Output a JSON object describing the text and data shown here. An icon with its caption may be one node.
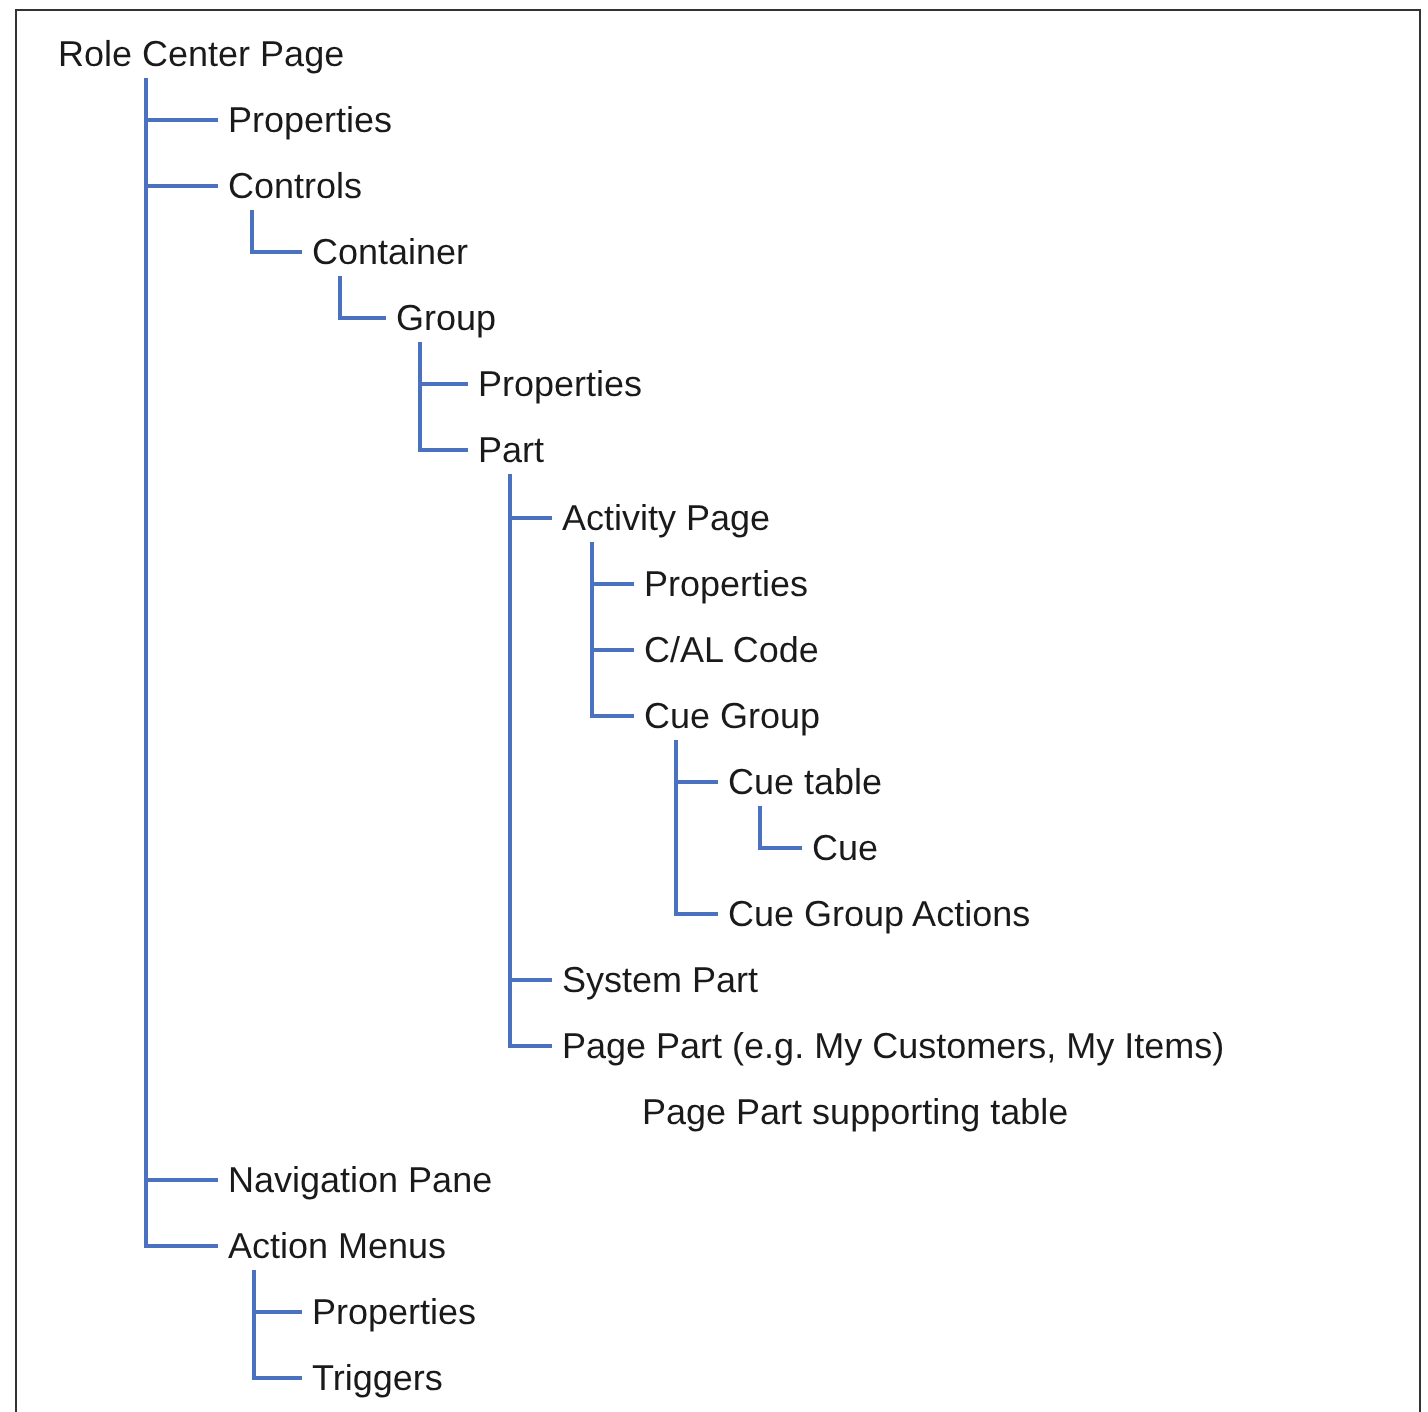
{
  "diagram": {
    "nodes": [
      {
        "text": [
          "Role Center Page"
        ]
      },
      {
        "text": [
          "Properties"
        ]
      },
      {
        "text": [
          "Controls"
        ]
      },
      {
        "text": [
          "Container"
        ]
      },
      {
        "text": [
          "Group"
        ]
      },
      {
        "text": [
          "Properties"
        ]
      },
      {
        "text": [
          "Part"
        ]
      },
      {
        "text": [
          "Activity Page"
        ]
      },
      {
        "text": [
          "Properties"
        ]
      },
      {
        "text": [
          "C/AL Code"
        ]
      },
      {
        "text": [
          "Cue Group"
        ]
      },
      {
        "text": [
          "Cue table"
        ]
      },
      {
        "text": [
          "Cue"
        ]
      },
      {
        "text": [
          "Cue Group Actions"
        ]
      },
      {
        "text": [
          "System Part"
        ]
      },
      {
        "text": [
          "Page Part (e.g. My Customers, My Items)"
        ],
        "beside": [
          "Page Part supporting table"
        ]
      },
      {
        "text": [
          "Navigation Pane"
        ]
      },
      {
        "text": [
          "Action Menus"
        ]
      },
      {
        "text": [
          "Properties"
        ]
      },
      {
        "text": [
          "Triggers"
        ]
      }
    ],
    "edges": [
      {
        "from": 0,
        "to": 1,
        "arrow": "none"
      },
      {
        "from": 0,
        "to": 2,
        "arrow": "none"
      },
      {
        "from": 2,
        "to": 3,
        "arrow": "none"
      },
      {
        "from": 3,
        "to": 4,
        "arrow": "none"
      },
      {
        "from": 4,
        "to": 5,
        "arrow": "none"
      },
      {
        "from": 4,
        "to": 6,
        "arrow": "none"
      },
      {
        "from": 6,
        "to": 7,
        "arrow": "none"
      },
      {
        "from": 7,
        "to": 8,
        "arrow": "none"
      },
      {
        "from": 7,
        "to": 9,
        "arrow": "none"
      },
      {
        "from": 7,
        "to": 10,
        "arrow": "none"
      },
      {
        "from": 10,
        "to": 11,
        "arrow": "none"
      },
      {
        "from": 11,
        "to": 12,
        "arrow": "none"
      },
      {
        "from": 10,
        "to": 13,
        "arrow": "none"
      },
      {
        "from": 6,
        "to": 14,
        "arrow": "none"
      },
      {
        "from": 6,
        "to": 15,
        "arrow": "none"
      },
      {
        "from": 0,
        "to": 16,
        "arrow": "none"
      },
      {
        "from": 0,
        "to": 17,
        "arrow": "none"
      },
      {
        "from": 17,
        "to": 18,
        "arrow": "none"
      },
      {
        "from": 17,
        "to": 19,
        "arrow": "none"
      }
    ]
  }
}
